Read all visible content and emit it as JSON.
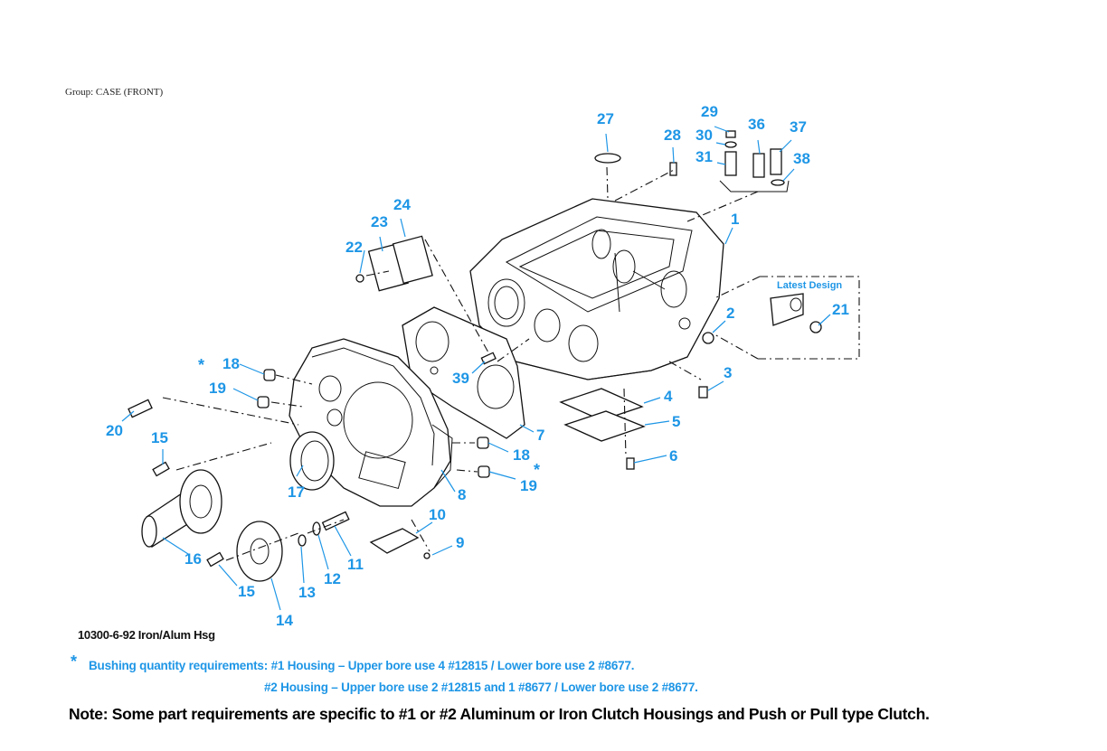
{
  "group_label": "Group: CASE (FRONT)",
  "figure_id": "10300-6-92 Iron/Alum Hsg",
  "inset_title": "Latest Design",
  "star_symbol": "*",
  "notes": {
    "bushing_line1": "Bushing quantity requirements: #1 Housing – Upper bore use 4 #12815  /  Lower bore use 2 #8677.",
    "bushing_line2": "#2 Housing – Upper bore use 2 #12815 and 1 #8677  /  Lower bore use 2 #8677.",
    "general": "Note: Some part requirements are specific to #1 or #2 Aluminum or Iron Clutch Housings and Push or Pull type Clutch."
  },
  "callouts": [
    "1",
    "2",
    "3",
    "4",
    "5",
    "6",
    "7",
    "8",
    "9",
    "10",
    "11",
    "12",
    "13",
    "14",
    "15",
    "15",
    "16",
    "17",
    "18",
    "18",
    "19",
    "19",
    "20",
    "21",
    "22",
    "23",
    "24",
    "27",
    "28",
    "29",
    "30",
    "31",
    "36",
    "37",
    "38",
    "39"
  ],
  "colors": {
    "callout": "#1e96e6",
    "line": "#111111"
  }
}
